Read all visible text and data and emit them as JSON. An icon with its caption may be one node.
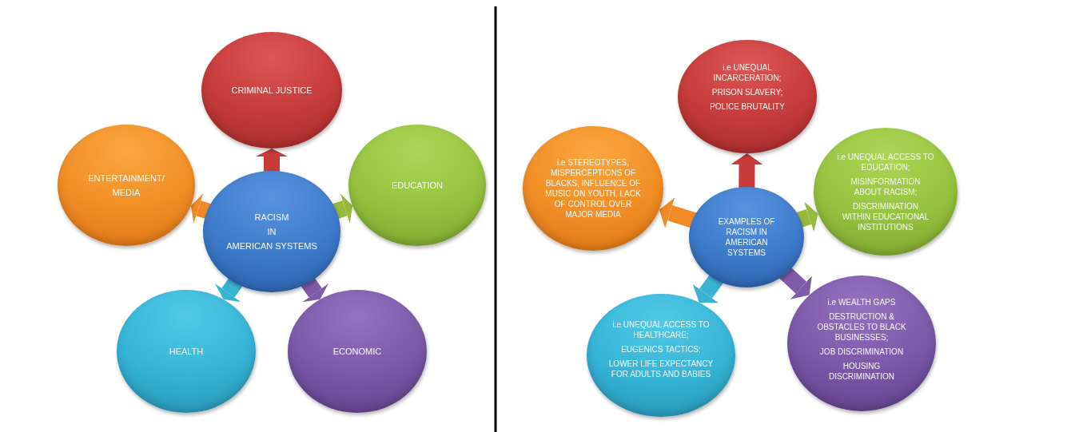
{
  "diagram": {
    "nodes": [
      {
        "text": [
          "CRIMINAL JUSTICE"
        ]
      },
      {
        "text": [
          "ENTERTAINMENT/ MEDIA"
        ]
      },
      {
        "text": [
          "EDUCATION"
        ]
      },
      {
        "text": [
          "RACISM",
          "IN",
          "AMERICAN SYSTEMS"
        ]
      },
      {
        "text": [
          "HEALTH"
        ]
      },
      {
        "text": [
          "ECONOMIC"
        ]
      },
      {
        "text": [
          "i.e UNEQUAL INCARCERATION;",
          "PRISON SLAVERY;",
          "POLICE BRUTALITY"
        ]
      },
      {
        "text": [
          "i.e STEREOTYPES, MISPERCEPTIONS OF BLACKS, INFLUENCE OF MUSIC ON YOUTH, LACK OF CONTROL OVER MAJOR MEDIA"
        ]
      },
      {
        "text": [
          "i.e UNEQUAL ACCESS TO EDUCATION;",
          "MISINFORMATION ABOUT RACISM;",
          "DISCRIMINATION WITHIN EDUCATIONAL INSTITUTIONS"
        ]
      },
      {
        "text": [
          "EXAMPLES OF RACISM IN AMERICAN SYSTEMS"
        ]
      },
      {
        "text": [
          "i.e UNEQUAL ACCESS TO HEALTHCARE;",
          "EUGENICS TACTICS;",
          "LOWER LIFE EXPECTANCY FOR ADULTS AND BABIES"
        ]
      },
      {
        "text": [
          "i.e WEALTH GAPS",
          "DESTRUCTION & OBSTACLES TO BLACK BUSINESSES;",
          "JOB DISCRIMINATION",
          "HOUSING DISCRIMINATION"
        ]
      }
    ],
    "edges": [
      {
        "from": 3,
        "to": 0,
        "arrow": "to",
        "color": "#c8393a"
      },
      {
        "from": 3,
        "to": 2,
        "arrow": "to",
        "color": "#96bb3b"
      },
      {
        "from": 3,
        "to": 5,
        "arrow": "to",
        "color": "#7f5aa8"
      },
      {
        "from": 3,
        "to": 4,
        "arrow": "to",
        "color": "#3ab3d2"
      },
      {
        "from": 3,
        "to": 1,
        "arrow": "to",
        "color": "#f08a25"
      },
      {
        "from": 9,
        "to": 6,
        "arrow": "to",
        "color": "#c8393a"
      },
      {
        "from": 9,
        "to": 8,
        "arrow": "to",
        "color": "#96bb3b"
      },
      {
        "from": 9,
        "to": 11,
        "arrow": "to",
        "color": "#7f5aa8"
      },
      {
        "from": 9,
        "to": 10,
        "arrow": "to",
        "color": "#3ab3d2"
      },
      {
        "from": 9,
        "to": 7,
        "arrow": "to",
        "color": "#f08a25"
      }
    ]
  }
}
